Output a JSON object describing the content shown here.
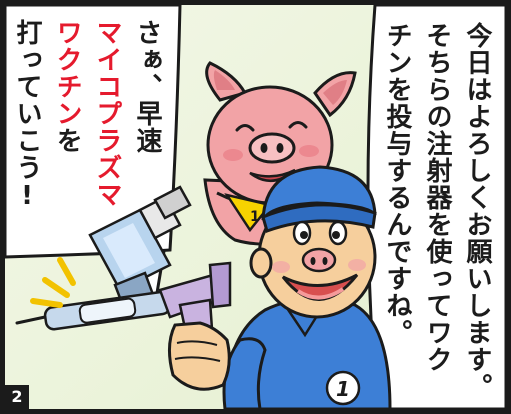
{
  "panel": {
    "number": "2"
  },
  "speech": {
    "right_bubble": {
      "lines": [
        "今日はよろしくお願いします。",
        "そちらの注射器を使ってワク",
        "チンを投与するんですね。"
      ]
    },
    "left_bubble": {
      "line1": "さぁ、早速",
      "line2_red": "マイコプラズマ",
      "line3_red": "ワクチン",
      "line3_rest": "を",
      "line4": "打っていこう!"
    }
  },
  "badges": {
    "pig_badge": "1",
    "worker_badge": "1"
  },
  "colors": {
    "background": "#eef5de",
    "accent_red": "#e51a2d",
    "uniform_blue": "#3d7fd6",
    "pig_pink": "#f2a3a6",
    "outline": "#1b1b1b"
  }
}
